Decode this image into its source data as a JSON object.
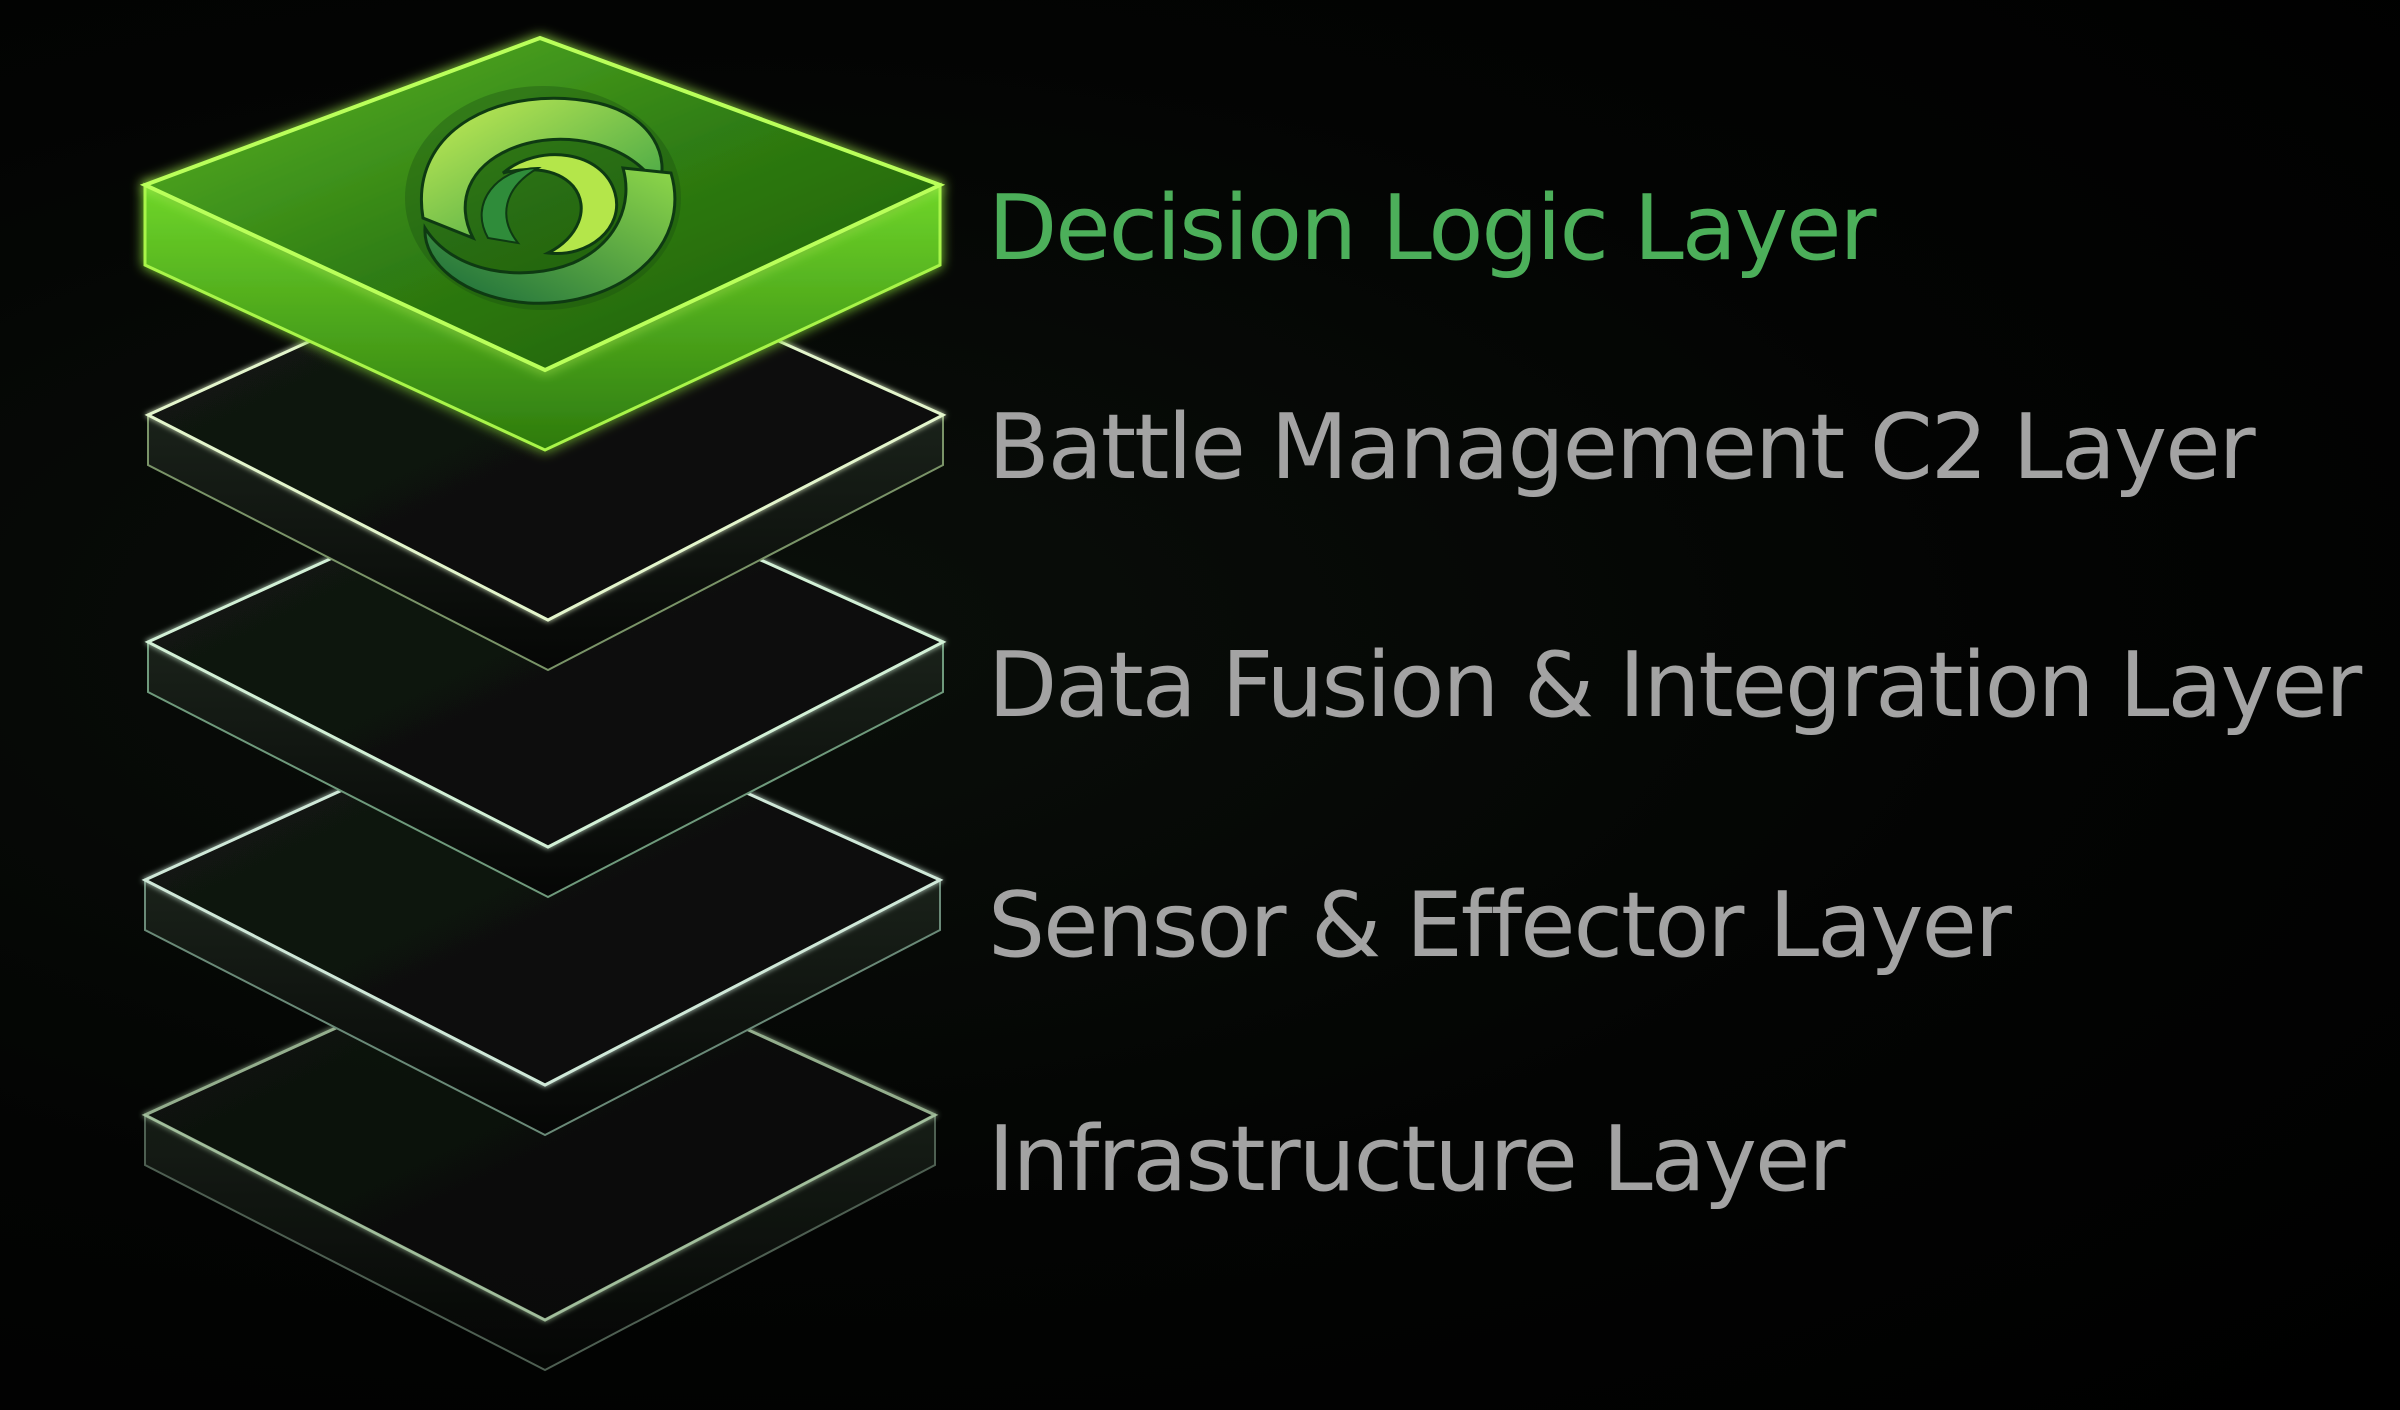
{
  "layers": [
    {
      "label": "Decision Logic Layer",
      "active": true
    },
    {
      "label": "Battle Management C2 Layer",
      "active": false
    },
    {
      "label": "Data Fusion & Integration Layer",
      "active": false
    },
    {
      "label": "Sensor & Effector Layer",
      "active": false
    },
    {
      "label": "Infrastructure Layer",
      "active": false
    }
  ],
  "colors": {
    "background": "#000000",
    "active_label": "#4caf5a",
    "inactive_label": "#a3a3a3",
    "active_tile_top": "#3e9a16",
    "active_tile_edge": "#9cf23a",
    "inactive_tile_top": "#0b0e0c",
    "inactive_tile_edge": "#d9f2c4",
    "logo_light": "#b6e34a",
    "logo_dark": "#1f7a3a"
  },
  "icons": {
    "top_tile_logo": "swirl-logo-icon"
  }
}
